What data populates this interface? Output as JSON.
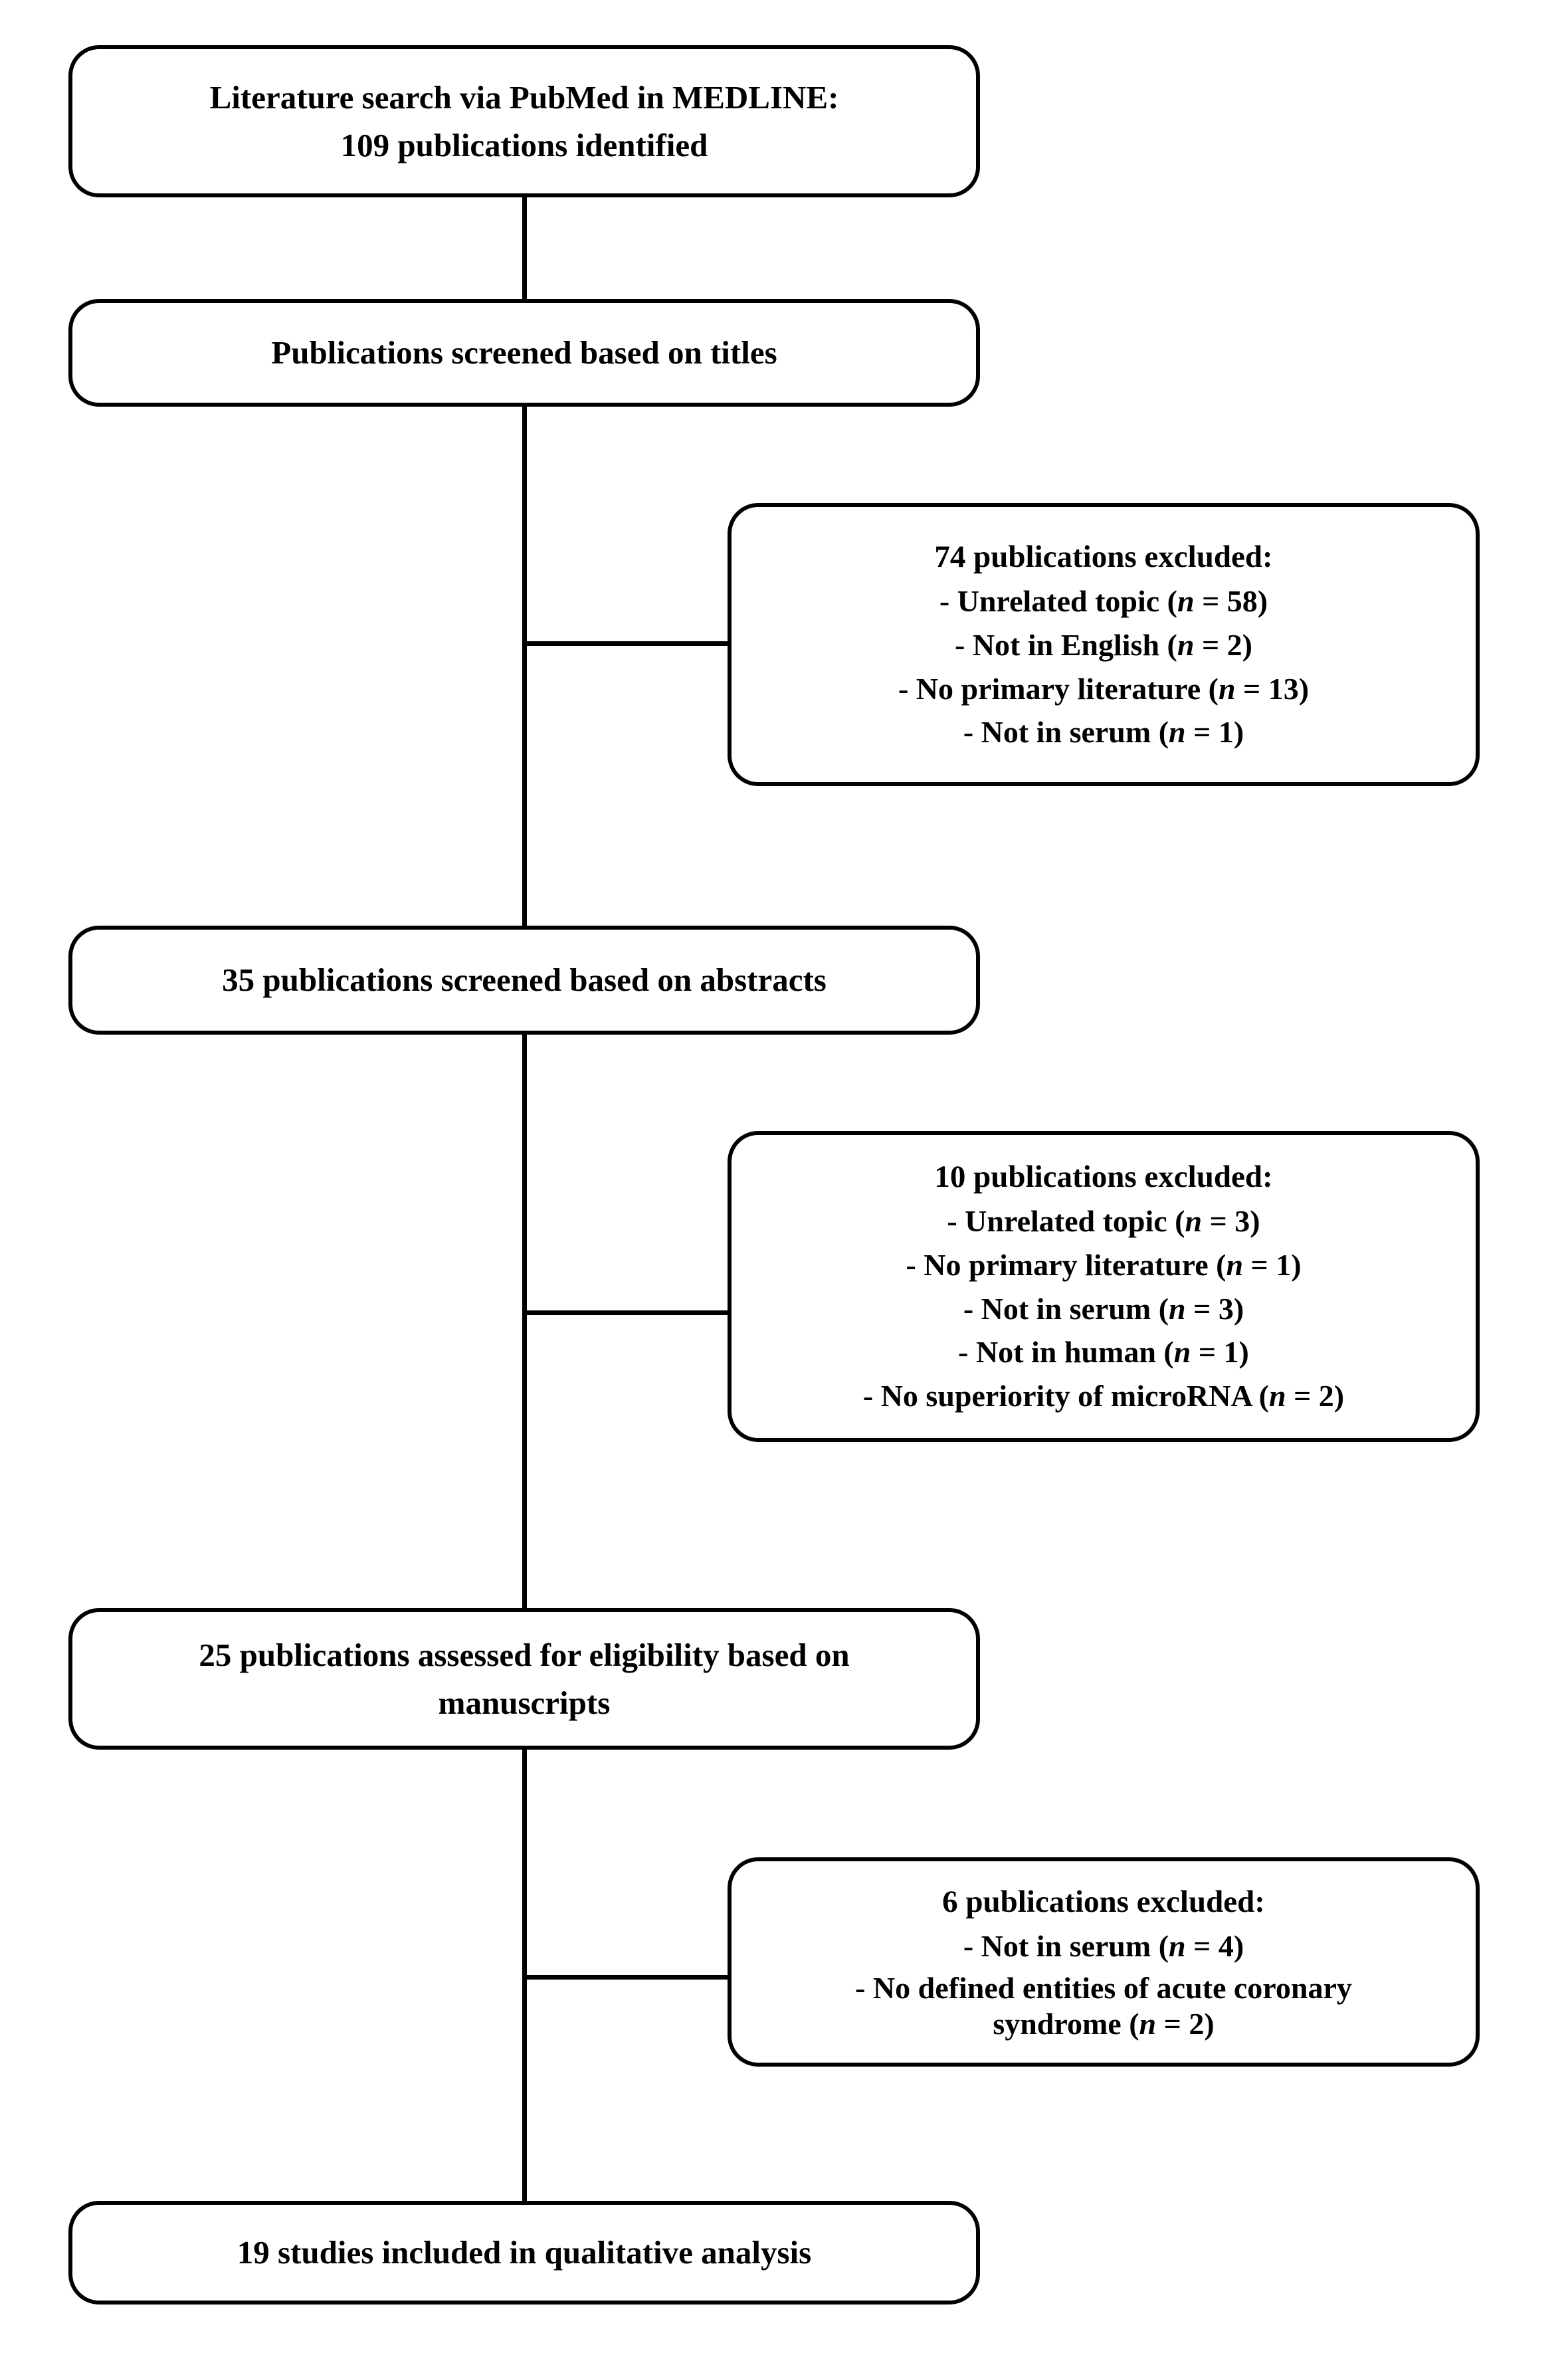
{
  "figure": {
    "type": "prisma-flow-diagram",
    "title": "Literature selection flow diagram"
  },
  "colors": {
    "stroke": "#000000",
    "background": "#ffffff",
    "text": "#000000"
  },
  "nodes": {
    "search": {
      "line1": "Literature search via PubMed in MEDLINE:",
      "line2": "109 publications identified",
      "count": 109
    },
    "titles": {
      "line1": "Publications screened based on titles"
    },
    "abstracts": {
      "line1": "35 publications screened based on abstracts",
      "count": 35
    },
    "eligibility": {
      "line1": "25 publications assessed for eligibility based on",
      "line2": "manuscripts",
      "count": 25
    },
    "included": {
      "line1": "19 studies included in qualitative analysis",
      "count": 19
    }
  },
  "exclusions": {
    "after_titles": {
      "header": "74 publications excluded:",
      "total": 74,
      "reasons": [
        {
          "label": "- Unrelated topic (",
          "n_letter": "n",
          "eq": " = 58)",
          "n": 58
        },
        {
          "label": "- Not in English (",
          "n_letter": "n",
          "eq": " = 2)",
          "n": 2
        },
        {
          "label": "- No primary literature  (",
          "n_letter": "n",
          "eq": " = 13)",
          "n": 13
        },
        {
          "label": "- Not in serum (",
          "n_letter": "n",
          "eq": " = 1)",
          "n": 1
        }
      ]
    },
    "after_abstracts": {
      "header": "10 publications excluded:",
      "total": 10,
      "reasons": [
        {
          "label": "- Unrelated topic (",
          "n_letter": "n",
          "eq": " = 3)",
          "n": 3
        },
        {
          "label": "- No primary literature  (",
          "n_letter": "n",
          "eq": " = 1)",
          "n": 1
        },
        {
          "label": "- Not in serum (",
          "n_letter": "n",
          "eq": " = 3)",
          "n": 3
        },
        {
          "label": "- Not in human (",
          "n_letter": "n",
          "eq": " = 1)",
          "n": 1
        },
        {
          "label": "- No superiority of microRNA (",
          "n_letter": "n",
          "eq": " = 2)",
          "n": 2
        }
      ]
    },
    "after_manuscripts": {
      "header": "6 publications excluded:",
      "total": 6,
      "reasons": [
        {
          "label": "- Not in serum (",
          "n_letter": "n",
          "eq": " = 4)",
          "n": 4
        },
        {
          "label": "- No defined entities of acute coronary",
          "label2": "syndrome (",
          "n_letter": "n",
          "eq": " = 2)",
          "n": 2
        }
      ]
    }
  }
}
